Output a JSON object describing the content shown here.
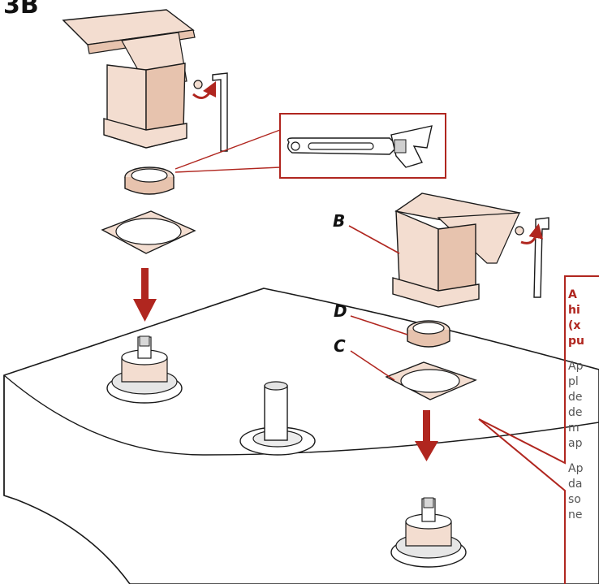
{
  "step": {
    "label": "3B"
  },
  "callouts": {
    "b": "B",
    "c": "C",
    "d": "D"
  },
  "note": {
    "bold_lines": [
      "A",
      "hi",
      "(x",
      "pu"
    ],
    "para1_lines": [
      "Ap",
      "pl",
      "de",
      "de",
      "m",
      "ap"
    ],
    "para2_lines": [
      "Ap",
      "da",
      "so",
      "ne"
    ]
  },
  "colors": {
    "accent": "#b0261f",
    "finish": "#f3ddd0",
    "finish_shade": "#e7c3ae",
    "line": "#1a1a1a"
  },
  "icons": [
    "allen-key-icon",
    "rotate-arrow-icon",
    "adjustable-wrench-icon",
    "down-arrow-icon"
  ]
}
